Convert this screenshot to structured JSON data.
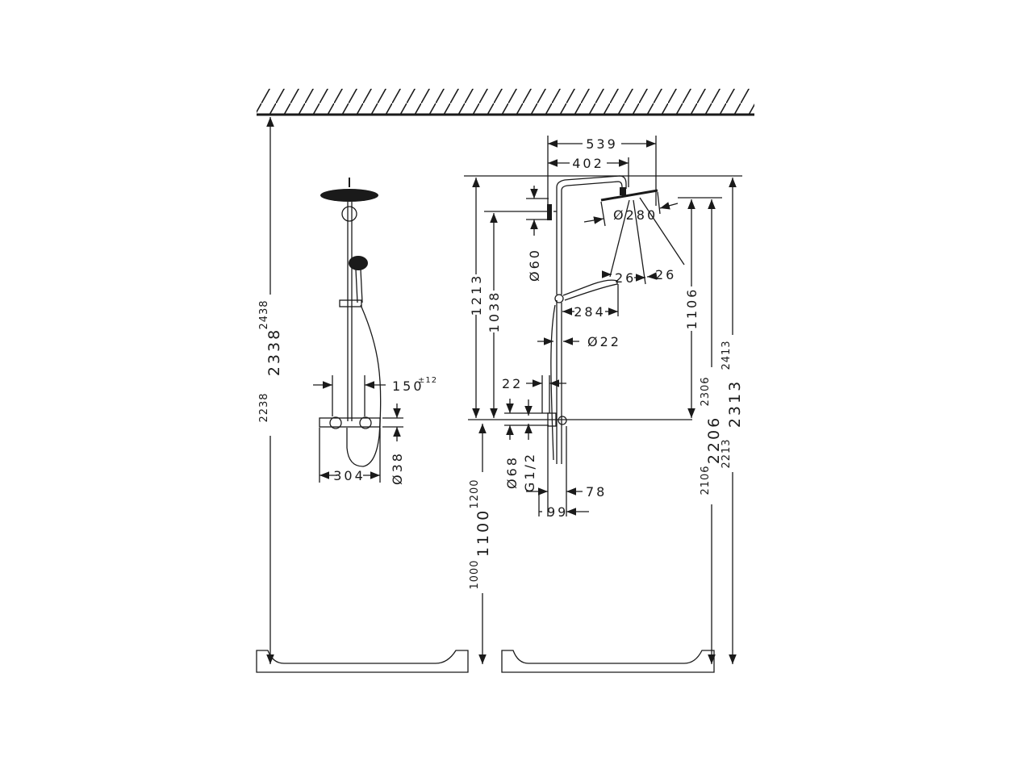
{
  "drawing": {
    "left_view": {
      "height_dims": {
        "max": "2438",
        "nominal": "2338",
        "min": "2238"
      },
      "valve_spacing": "150",
      "valve_spacing_tolerance": "±12",
      "mixer_width": "304",
      "mixer_diameter": "Ø38"
    },
    "right_view": {
      "arm_outer": "539",
      "arm_inner": "402",
      "head_diameter": "Ø280",
      "bracket_diameter": "Ø60",
      "spray_angle_1": "26",
      "spray_angle_2": "26",
      "hand_shower_length": "284",
      "pipe_diameter": "Ø22",
      "offset_22": "22",
      "inlet_diameter": "Ø68",
      "thread": "G1/2",
      "depth_78": "78",
      "depth_99": "99",
      "dim_1213": "1213",
      "dim_1038": "1038",
      "mount_heights": {
        "max": "1200",
        "nominal": "1100",
        "min": "1000"
      },
      "dim_1106": "1106",
      "head_heights": {
        "max": "2306",
        "nominal": "2206",
        "min": "2106"
      },
      "top_heights": {
        "max": "2413",
        "nominal": "2313",
        "min": "2213"
      }
    }
  }
}
